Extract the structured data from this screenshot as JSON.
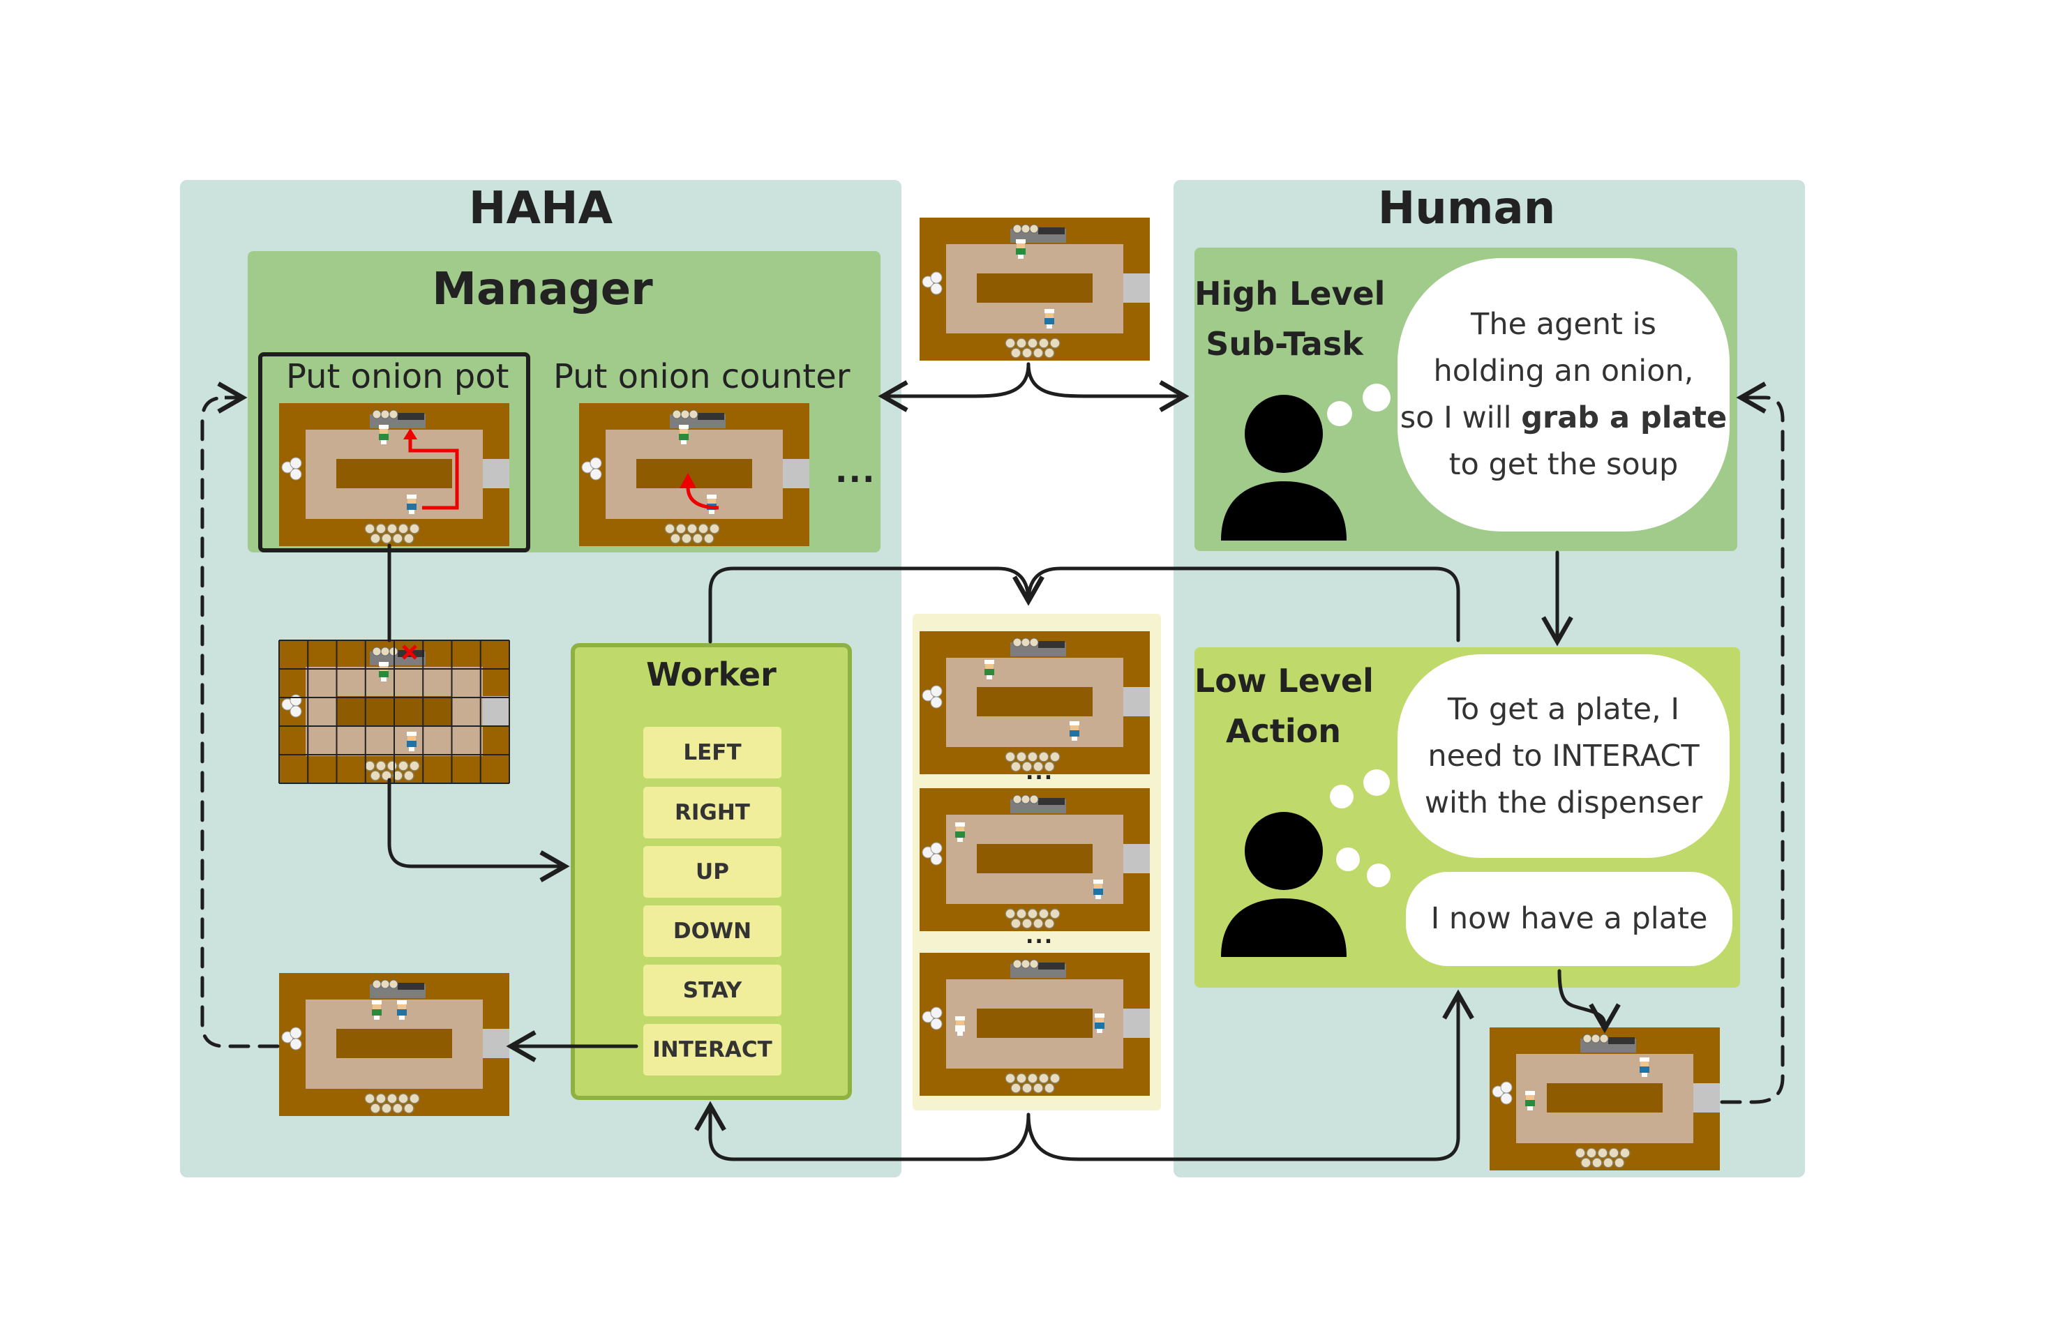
{
  "haha": {
    "title": "HAHA",
    "manager": {
      "title": "Manager",
      "options": [
        "Put onion pot",
        "Put onion counter"
      ],
      "more": "..."
    },
    "worker": {
      "title": "Worker",
      "actions": [
        "LEFT",
        "RIGHT",
        "UP",
        "DOWN",
        "STAY",
        "INTERACT"
      ]
    }
  },
  "human": {
    "title": "Human",
    "high_level": {
      "label": [
        "High Level",
        "Sub-Task"
      ],
      "thought": [
        "The agent is",
        "holding an onion,",
        "so I will ",
        "grab a plate",
        "to get the soup"
      ]
    },
    "low_level": {
      "label": [
        "Low Level",
        "Action"
      ],
      "thought": [
        "To get a plate, I",
        "need to INTERACT",
        "with the dispenser"
      ],
      "result": "I now have a plate"
    }
  },
  "trajectory": {
    "separators": [
      "...",
      "..."
    ]
  },
  "colors": {
    "outer_panel": "#cce3dd",
    "manager_panel": "#a0cb8b",
    "worker_panel": "#bfd96a",
    "worker_border": "#8fb142",
    "action_button": "#f0ee9a",
    "trajectory_panel": "#f6f3d0",
    "kitchen_wood": "#9b6300",
    "kitchen_floor": "#c8ad93",
    "kitchen_counter": "#8f5b00",
    "path_arrow": "#ee0000"
  }
}
